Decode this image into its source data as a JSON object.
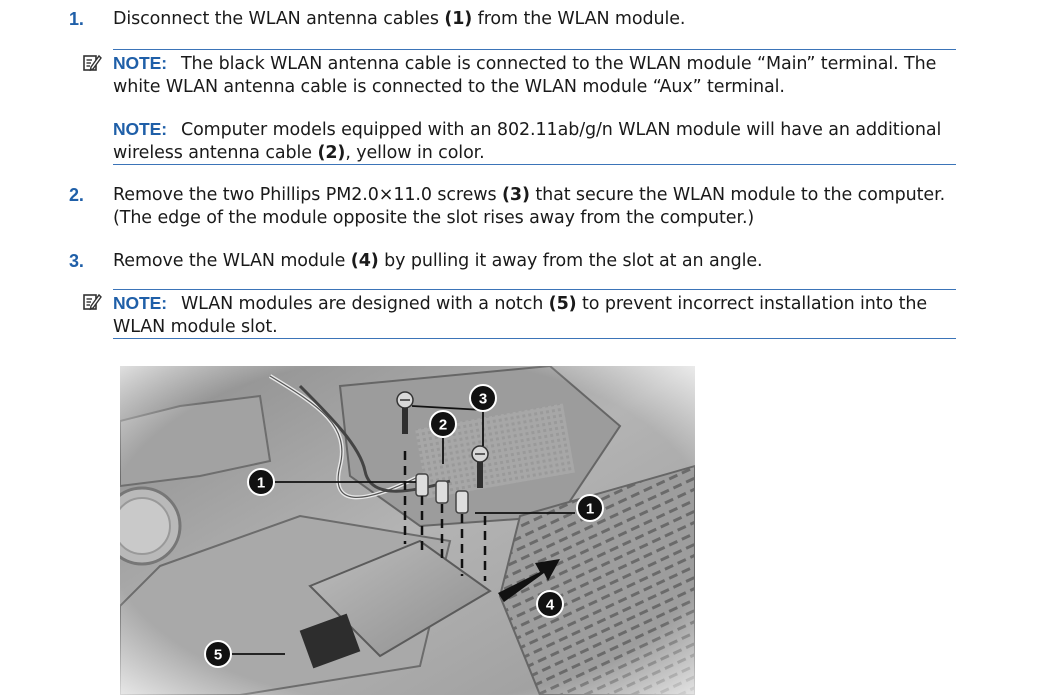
{
  "steps": [
    {
      "number": "1.",
      "text_before": "Disconnect the WLAN antenna cables ",
      "bold": "(1)",
      "text_after": " from the WLAN module."
    },
    {
      "number": "2.",
      "text_before": "Remove the two Phillips PM2.0×11.0 screws ",
      "bold": "(3)",
      "text_after": " that secure the WLAN module to the computer. (The edge of the module opposite the slot rises away from the computer.)"
    },
    {
      "number": "3.",
      "text_before": "Remove the WLAN module ",
      "bold": "(4)",
      "text_after": " by pulling it away from the slot at an angle."
    }
  ],
  "notes": [
    {
      "label": "NOTE:",
      "text": "The black WLAN antenna cable is connected to the WLAN module “Main” terminal. The white WLAN antenna cable is connected to the WLAN module “Aux” terminal."
    },
    {
      "label": "NOTE:",
      "text_before": "Computer models equipped with an 802.11ab/g/n WLAN module will have an additional wireless antenna cable ",
      "bold": "(2)",
      "text_after": ", yellow in color."
    },
    {
      "label": "NOTE:",
      "text_before": "WLAN modules are designed with a notch ",
      "bold": "(5)",
      "text_after": " to prevent incorrect installation into the WLAN module slot."
    }
  ],
  "figure": {
    "callouts": [
      "1",
      "2",
      "3",
      "1",
      "4",
      "5"
    ]
  },
  "colors": {
    "accent_blue": "#1f5fa8",
    "rule_blue": "#3b74b8",
    "callout_fill": "#111111"
  }
}
